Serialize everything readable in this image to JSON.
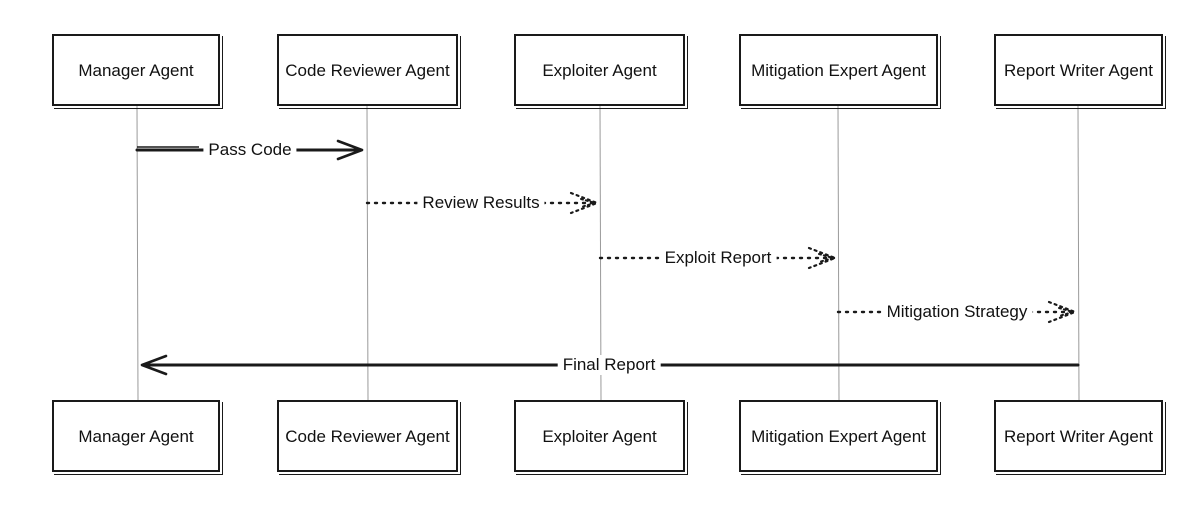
{
  "participants": [
    {
      "id": "manager",
      "label": "Manager Agent"
    },
    {
      "id": "reviewer",
      "label": "Code Reviewer Agent"
    },
    {
      "id": "exploiter",
      "label": "Exploiter Agent"
    },
    {
      "id": "mitigation",
      "label": "Mitigation Expert Agent"
    },
    {
      "id": "writer",
      "label": "Report Writer Agent"
    }
  ],
  "messages": [
    {
      "label": "Pass Code",
      "from": "manager",
      "to": "reviewer",
      "style": "solid"
    },
    {
      "label": "Review Results",
      "from": "reviewer",
      "to": "exploiter",
      "style": "dotted"
    },
    {
      "label": "Exploit Report",
      "from": "exploiter",
      "to": "mitigation",
      "style": "dotted"
    },
    {
      "label": "Mitigation Strategy",
      "from": "mitigation",
      "to": "writer",
      "style": "dotted"
    },
    {
      "label": "Final Report",
      "from": "writer",
      "to": "manager",
      "style": "solid"
    }
  ]
}
